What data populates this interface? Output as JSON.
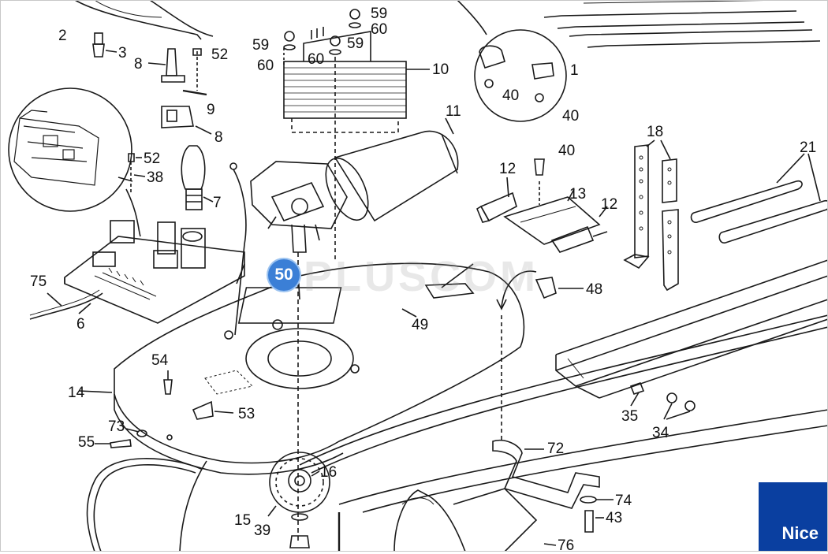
{
  "watermark": "PLUSCOM",
  "brand": {
    "name": "Nice",
    "color": "#0a3fa0"
  },
  "callout": {
    "label": "50",
    "color": "#3b7fd6"
  },
  "parts": {
    "p1": "1",
    "p2": "2",
    "p3": "3",
    "p6": "6",
    "p7": "7",
    "p8a": "8",
    "p8b": "8",
    "p9": "9",
    "p10": "10",
    "p11": "11",
    "p12a": "12",
    "p12b": "12",
    "p13": "13",
    "p14": "14",
    "p15": "15",
    "p16": "16",
    "p18": "18",
    "p21": "21",
    "p34": "34",
    "p35": "35",
    "p38": "38",
    "p39": "39",
    "p40a": "40",
    "p40b": "40",
    "p40c": "40",
    "p43": "43",
    "p48": "48",
    "p49": "49",
    "p52a": "52",
    "p52b": "52",
    "p53": "53",
    "p54": "54",
    "p55": "55",
    "p59a": "59",
    "p59b": "59",
    "p59c": "59",
    "p60a": "60",
    "p60b": "60",
    "p60c": "60",
    "p72": "72",
    "p73": "73",
    "p74": "74",
    "p75": "75",
    "p76": "76"
  }
}
